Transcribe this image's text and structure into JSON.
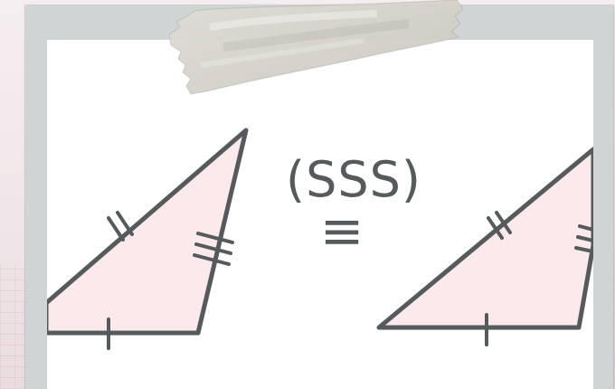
{
  "diagram": {
    "label": "(SSS)",
    "congruence_symbol": "≡"
  },
  "colors": {
    "stroke": "#555a5c",
    "triangle_fill": "#fbe9ec",
    "photo_bg": "#ffffff",
    "frame": "#cfd5d4",
    "tape": "#d8d7cf",
    "background": "#f1e7ea"
  },
  "triangles": [
    {
      "name": "left-triangle",
      "tick_marks": {
        "bottom_side": 1,
        "left_side": 2,
        "right_side": 3
      }
    },
    {
      "name": "right-triangle",
      "tick_marks": {
        "bottom_side": 1,
        "left_side": 2,
        "right_side": 3
      }
    }
  ]
}
